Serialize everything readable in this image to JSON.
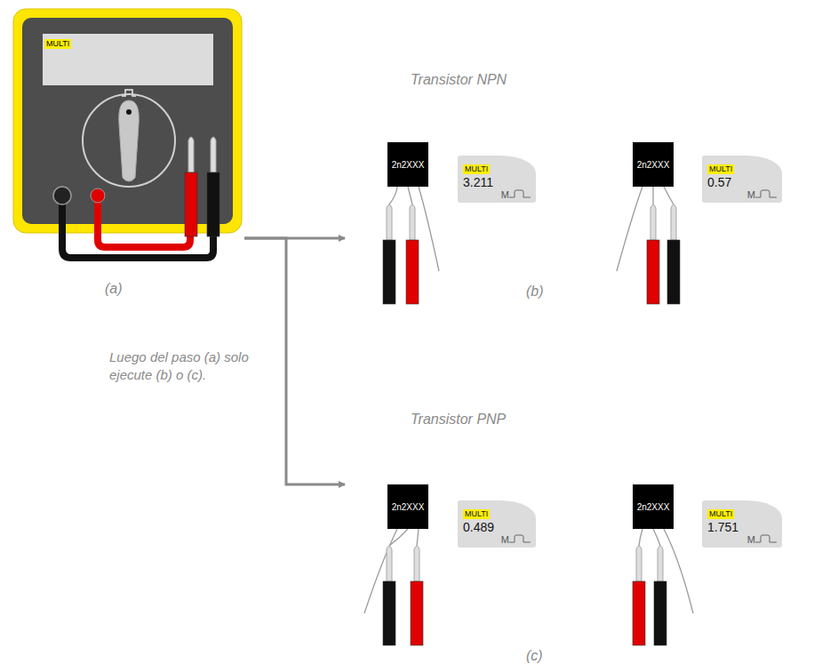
{
  "diagram": {
    "nodes": [
      {
        "text": [
          "MULTI"
        ]
      },
      {
        "text": [
          "2n2XXX"
        ]
      },
      {
        "text": [
          "MULTI",
          "3.211",
          "M"
        ]
      },
      {
        "text": [
          "2n2XXX"
        ]
      },
      {
        "text": [
          "MULTI",
          "0.57",
          "M"
        ]
      },
      {
        "text": [
          "2n2XXX"
        ]
      },
      {
        "text": [
          "MULTI",
          "0.489",
          "M"
        ]
      },
      {
        "text": [
          "2n2XXX"
        ]
      },
      {
        "text": [
          "MULTI",
          "1.751",
          "M"
        ]
      }
    ],
    "edges": [
      {
        "from": 0,
        "to": 1,
        "arrow": "to"
      },
      {
        "from": 0,
        "to": 5,
        "arrow": "to"
      }
    ],
    "labels": [
      "Transistor NPN",
      "(a)",
      "(b)",
      "Luego del paso (a) solo ejecute (b) o (c).",
      "Transistor PNP",
      "(c)"
    ]
  }
}
